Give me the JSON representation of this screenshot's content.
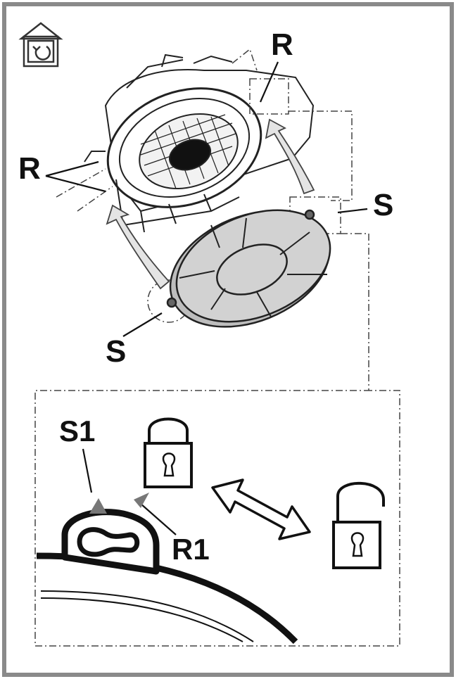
{
  "labels": {
    "r_top": "R",
    "r_left": "R",
    "s_right": "S",
    "s_bottom": "S",
    "s1": "S1",
    "r1": "R1"
  },
  "icons": {
    "corner": "recirculation-house-icon",
    "locked": "padlock-locked-icon",
    "unlocked": "padlock-unlocked-icon",
    "toggle": "double-arrow-icon"
  },
  "colors": {
    "frame_border": "#8a8a8a",
    "ink": "#111111",
    "filter_fill": "#d2d2d2",
    "arrow_fill": "#e4e4e4",
    "marker_fill": "#777777"
  }
}
